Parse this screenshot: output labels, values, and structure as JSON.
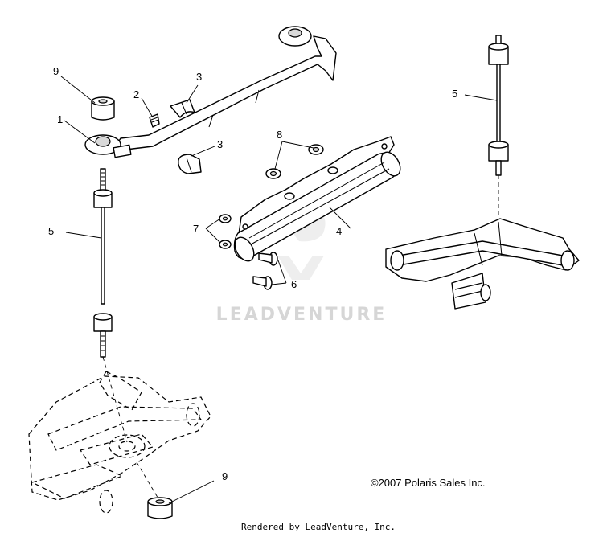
{
  "callouts": {
    "c1": "1",
    "c2": "2",
    "c3a": "3",
    "c3b": "3",
    "c4": "4",
    "c5a": "5",
    "c5b": "5",
    "c6": "6",
    "c7": "7",
    "c8": "8",
    "c9a": "9",
    "c9b": "9"
  },
  "watermark": "LEADVENTURE",
  "copyright": "©2007 Polaris Sales Inc.",
  "rendered_by": "Rendered by LeadVenture, Inc."
}
